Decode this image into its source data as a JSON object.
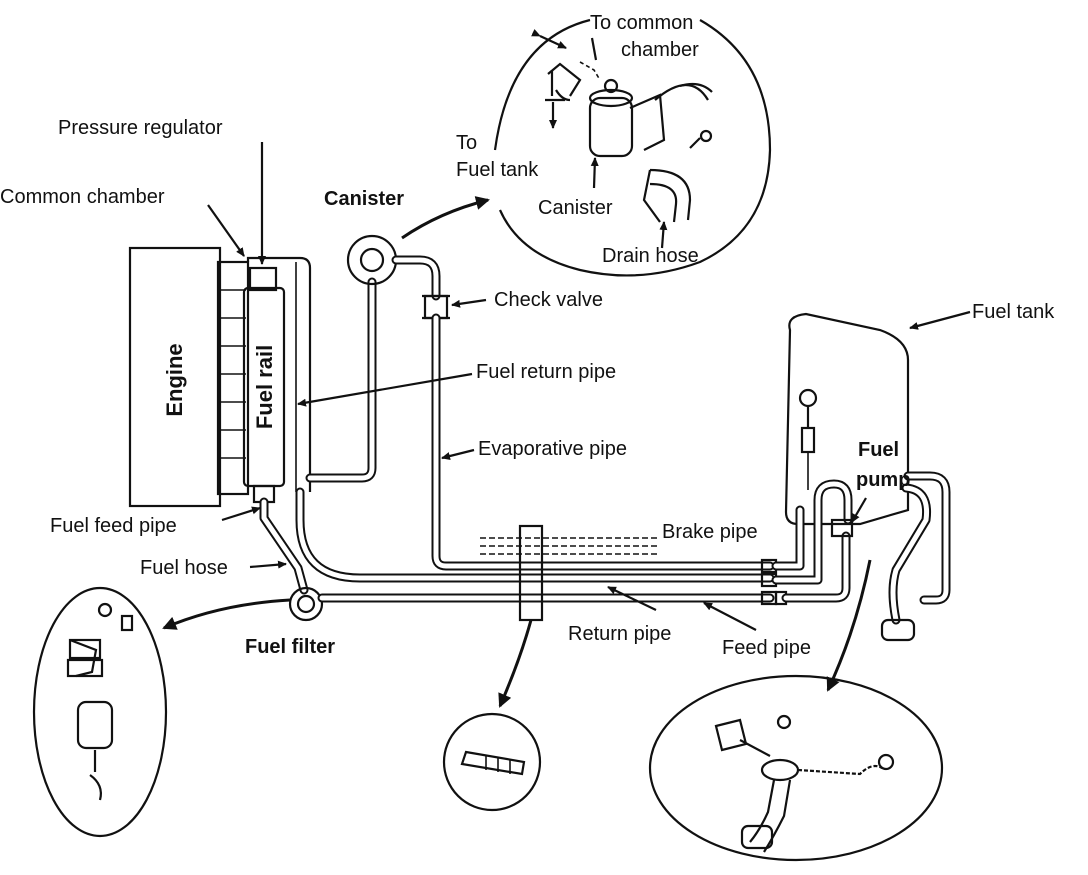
{
  "labels": {
    "pressure_regulator": "Pressure regulator",
    "common_chamber": "Common chamber",
    "engine": "Engine",
    "fuel_rail": "Fuel rail",
    "canister": "Canister",
    "to_common": "To common",
    "chamber": "chamber",
    "to": "To",
    "fuel_tank_line": "Fuel tank",
    "canister_detail": "Canister",
    "drain_hose": "Drain hose",
    "check_valve": "Check valve",
    "fuel_tank": "Fuel tank",
    "fuel_return_pipe": "Fuel return pipe",
    "evaporative_pipe": "Evaporative pipe",
    "fuel": "Fuel",
    "pump": "pump",
    "brake_pipe": "Brake pipe",
    "fuel_feed_pipe": "Fuel feed pipe",
    "fuel_hose": "Fuel hose",
    "fuel_filter": "Fuel filter",
    "return_pipe": "Return pipe",
    "feed_pipe": "Feed pipe"
  }
}
